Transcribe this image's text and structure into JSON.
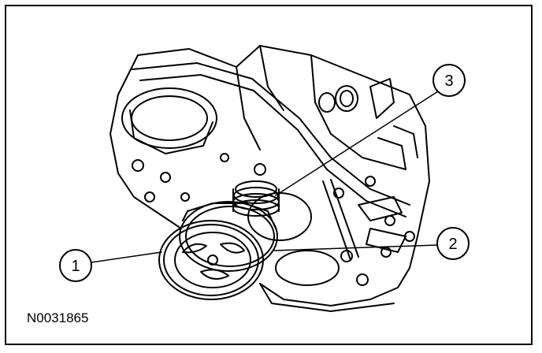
{
  "figure": {
    "id": "N0031865"
  },
  "callouts": [
    {
      "number": "1"
    },
    {
      "number": "2"
    },
    {
      "number": "3"
    }
  ],
  "colors": {
    "line": "#000000",
    "background": "#ffffff"
  }
}
